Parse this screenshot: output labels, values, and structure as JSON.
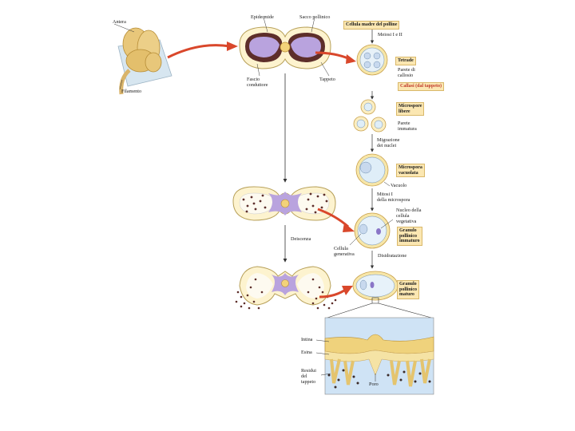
{
  "labels": {
    "antera": "Antera",
    "filamento": "Filamento",
    "epidermide": "Epidermide",
    "sacco_pollinico": "Sacco pollinico",
    "fascio_conduttore": "Fascio\nconduttore",
    "tappeto": "Tappeto",
    "meiosi": "Meiosi I e II",
    "parete_callosio": "Parete di\ncallosio",
    "parete_immatura": "Parete\nimmatura",
    "migrazione": "Migrazione\ndei nuclei",
    "vacuolo": "Vacuolo",
    "mitosi": "Mitosi I\ndella microspora",
    "nucleo_vegetativa": "Nucleo della\ncellula\nvegetativa",
    "deiscenza": "Deiscenza",
    "cellula_generativa": "Cellula\ngenerativa",
    "disidratazione": "Disidratazione",
    "intina": "Intina",
    "esina": "Esina",
    "residui_tappeto": "Residui\ndel\ntappeto",
    "poro": "Poro"
  },
  "boxes": {
    "cellula_madre": "Cellula madre del polline",
    "tetrade": "Tetrade",
    "callasi": "Callasi (dal tappeto)",
    "microspore_libere": "Microspore\nlibere",
    "microspora_vacuolata": "Microspora\nvacuolata",
    "granulo_immaturo": "Granulo\npollinico\nimmaturo",
    "granulo_maturo": "Granulo\npollinico\nmaturo"
  },
  "colors": {
    "box_fill": "#fbe7b2",
    "arrow_red": "#d9472b",
    "anther_fill": "#e8c77a",
    "purple": "#b9a3de",
    "exine": "#efd27c",
    "wall": "#f3e3a4",
    "cell": "#dfeef8"
  }
}
